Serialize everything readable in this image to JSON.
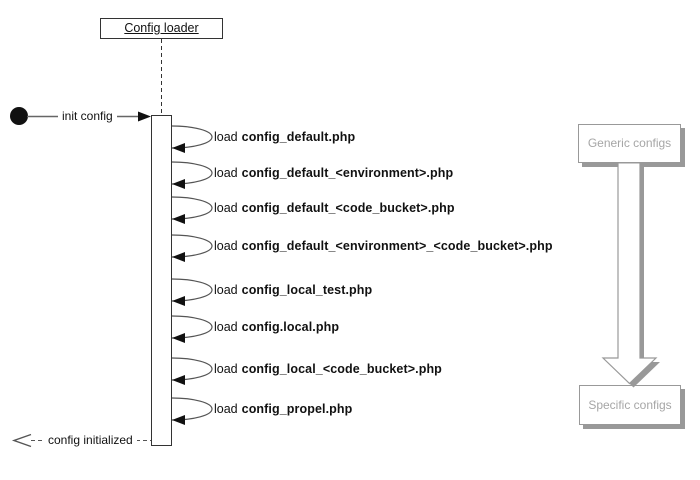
{
  "title_box": {
    "label": "Config loader"
  },
  "init": {
    "label": "init config"
  },
  "return": {
    "label": "config initialized"
  },
  "messages": [
    {
      "prefix": "load",
      "file": "config_default.php"
    },
    {
      "prefix": "load",
      "file": "config_default_<environment>.php"
    },
    {
      "prefix": "load",
      "file": "config_default_<code_bucket>.php"
    },
    {
      "prefix": "load",
      "file": "config_default_<environment>_<code_bucket>.php"
    },
    {
      "prefix": "load",
      "file": "config_local_test.php"
    },
    {
      "prefix": "load",
      "file": "config.local.php"
    },
    {
      "prefix": "load",
      "file": "config_local_<code_bucket>.php"
    },
    {
      "prefix": "load",
      "file": "config_propel.php"
    }
  ],
  "legend": {
    "top": "Generic configs",
    "bottom": "Specific configs"
  },
  "colors": {
    "diagram_line": "#555555",
    "solid_black": "#111111",
    "bar_border": "#333333",
    "legend_border": "#999999",
    "legend_shadow": "#999999",
    "legend_text": "#a6a6a6",
    "background": "#ffffff"
  }
}
